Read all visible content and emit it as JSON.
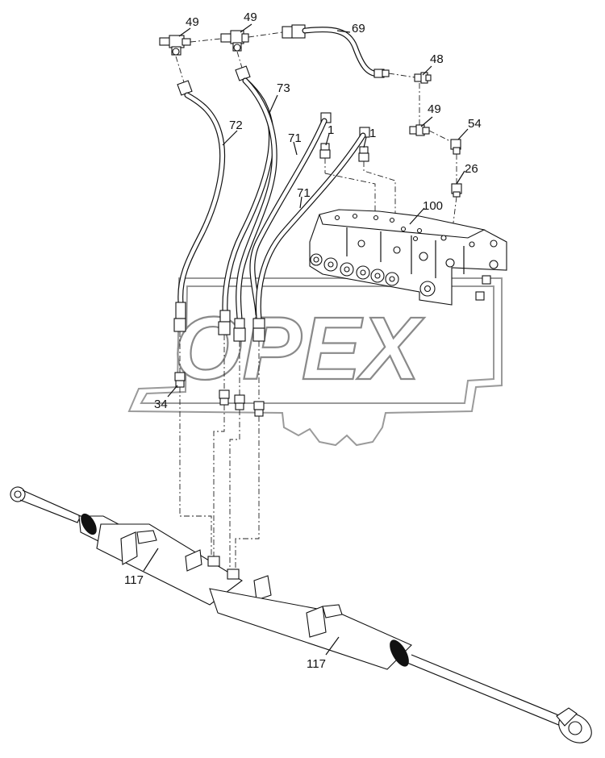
{
  "watermark": {
    "brand": "OPEX",
    "color": "#9a9a9a"
  },
  "callouts": {
    "c49a": "49",
    "c49b": "49",
    "c69": "69",
    "c48": "48",
    "c49c": "49",
    "c54": "54",
    "c73": "73",
    "c72": "72",
    "c71a": "71",
    "c1a": "1",
    "c1b": "1",
    "c26": "26",
    "c71b": "71",
    "c100": "100",
    "c34": "34",
    "c117a": "117",
    "c117b": "117"
  }
}
